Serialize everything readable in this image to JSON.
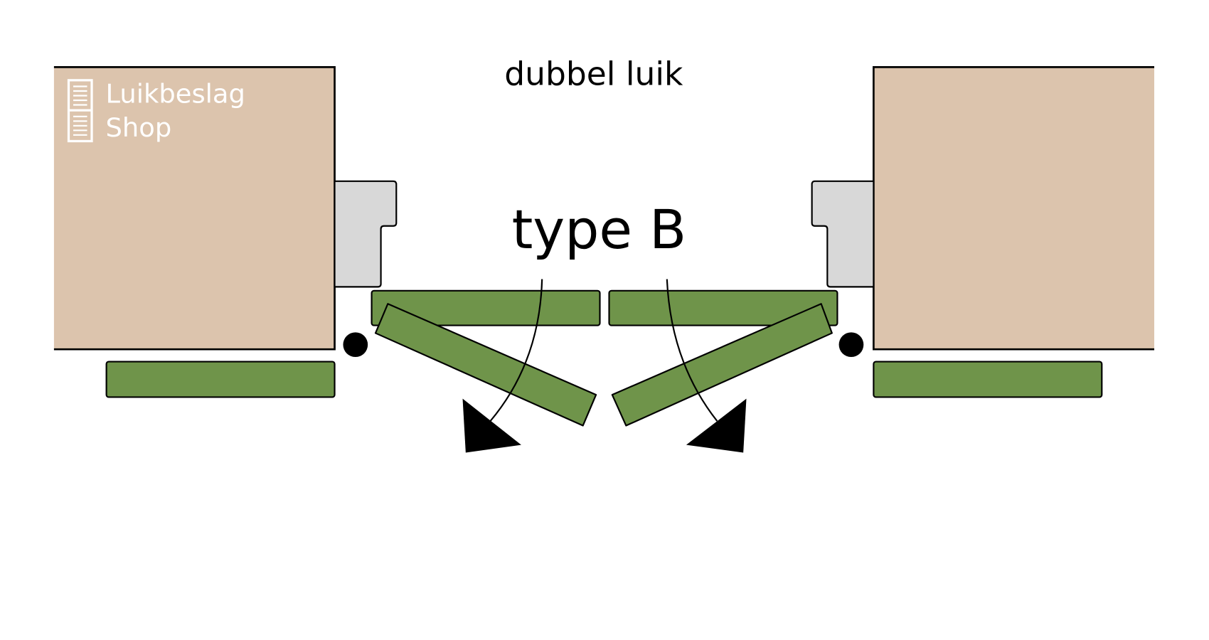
{
  "title": "dubbel luik",
  "subtitle": "type B",
  "logo": {
    "line1": "Luikbeslag",
    "line2": "Shop"
  },
  "colors": {
    "wall": "#dcc4ad",
    "frame": "#d8d8d8",
    "shutter": "#6f944a",
    "ink": "#000000",
    "logo_text": "#ffffff"
  }
}
